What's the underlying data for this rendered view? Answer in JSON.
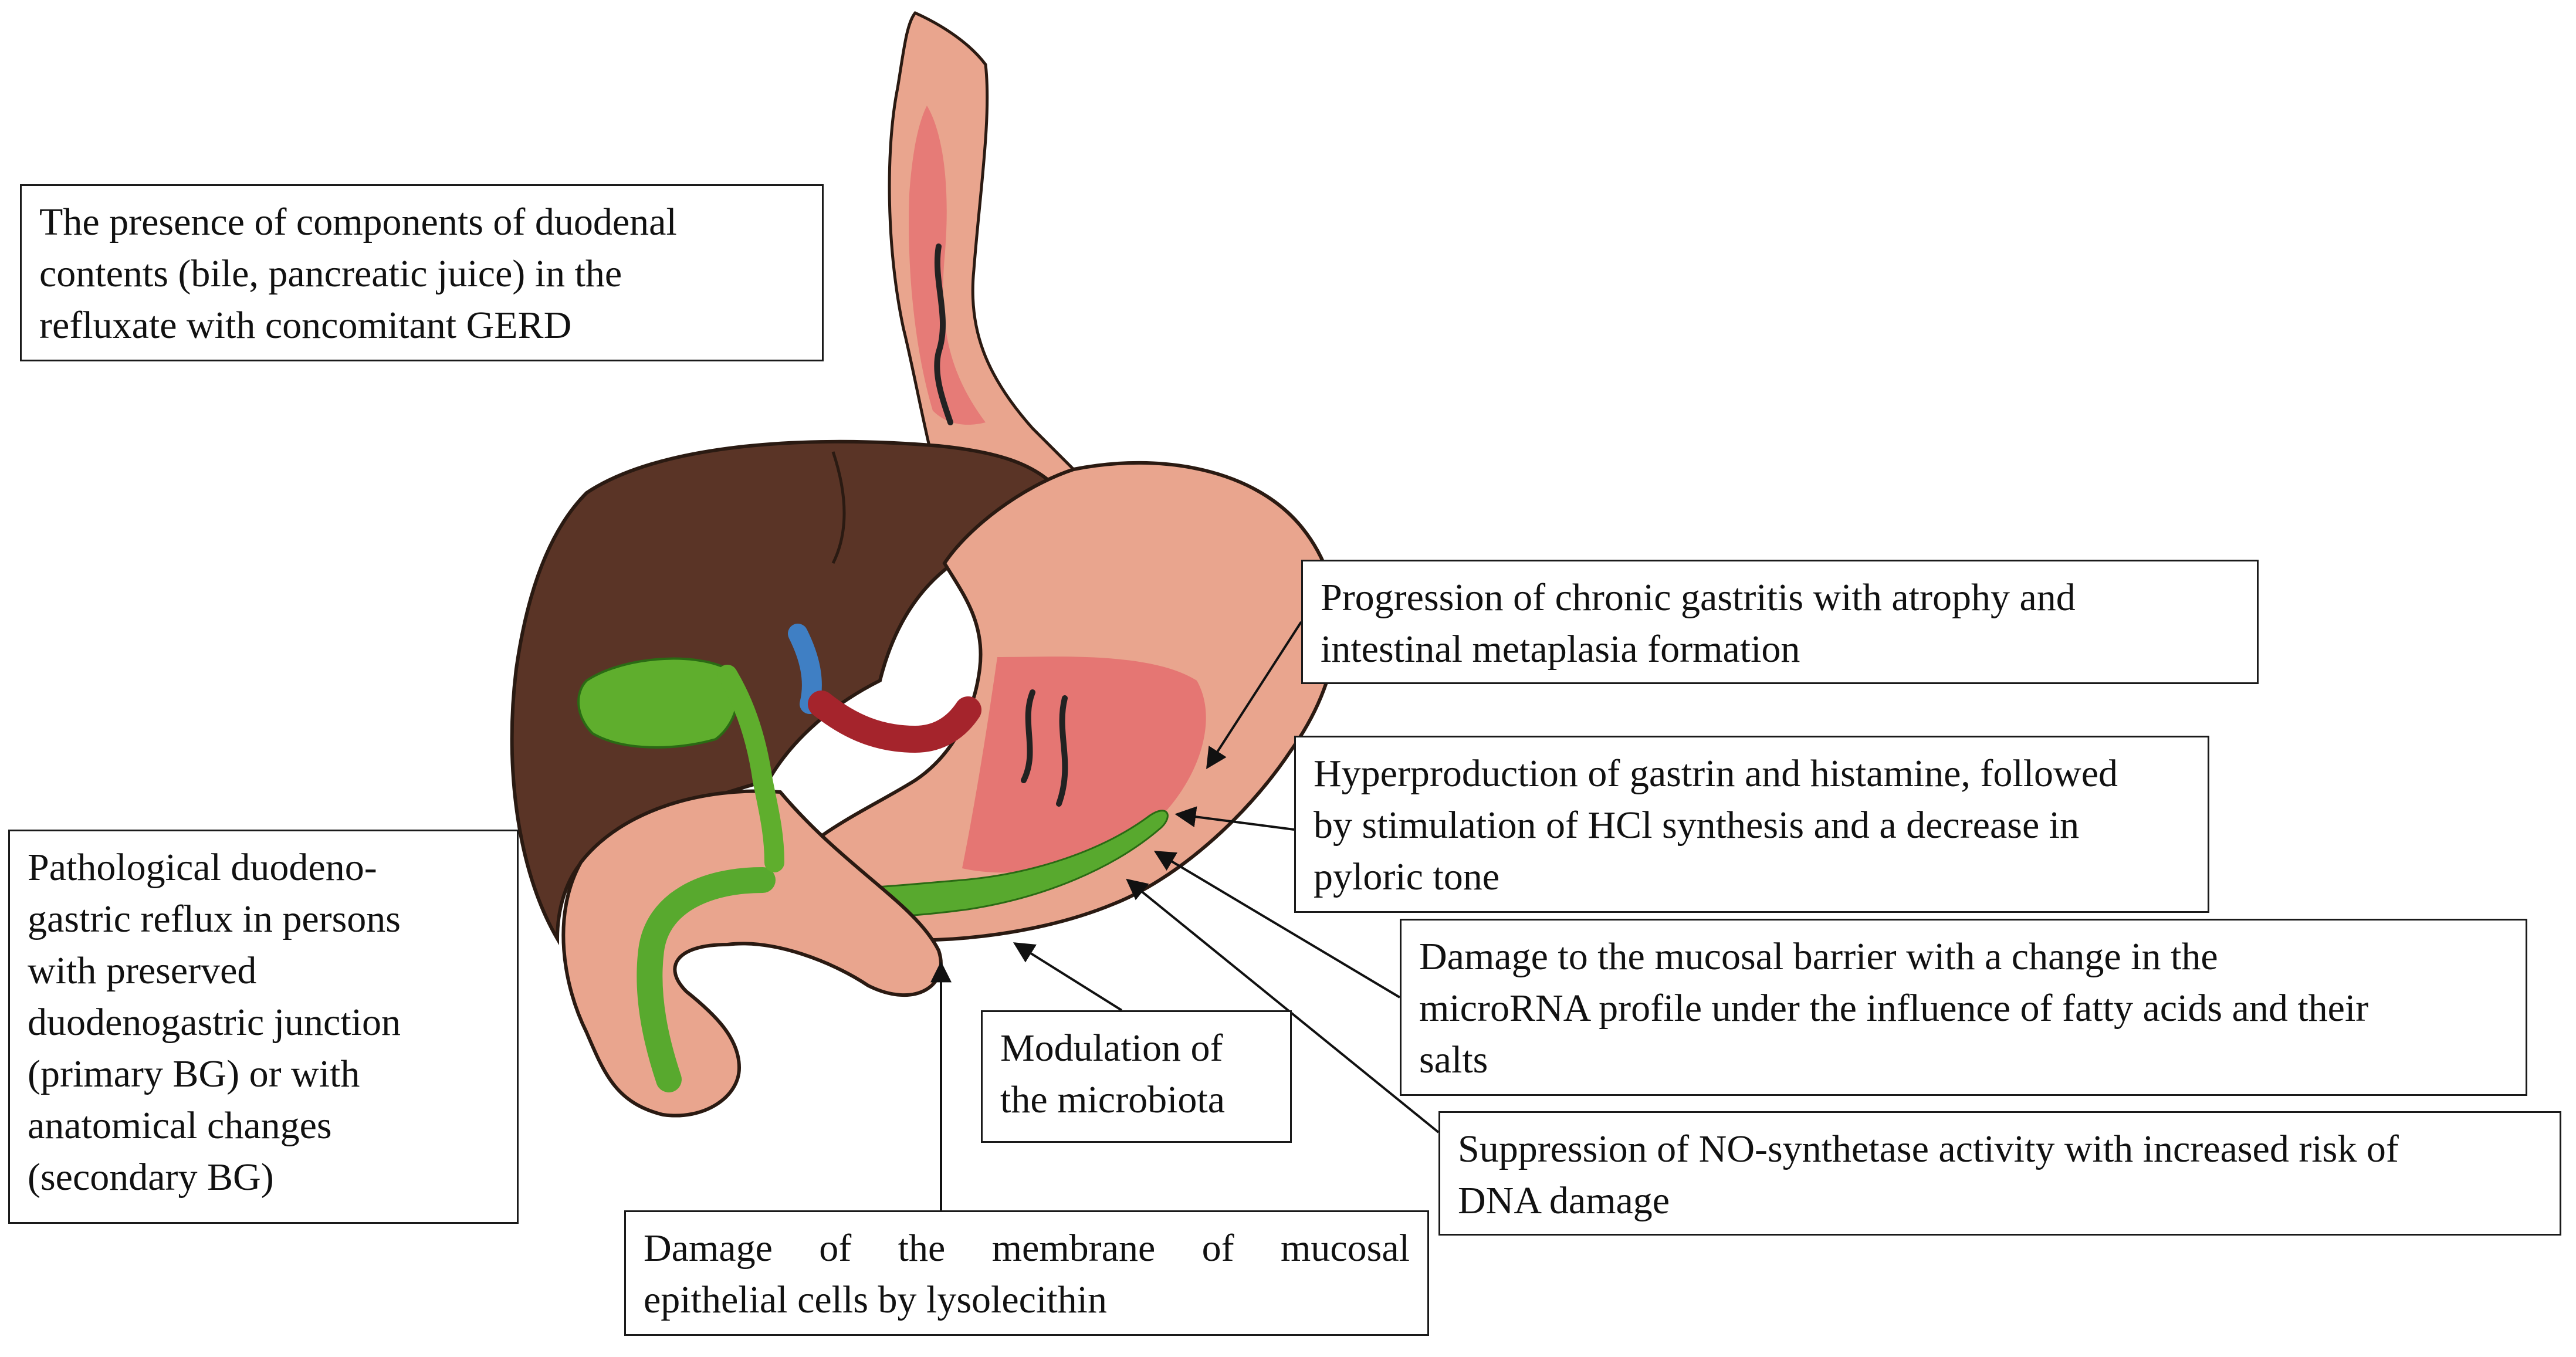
{
  "diagram": {
    "illustration": {
      "subject": "liver, gallbladder, esophagus, stomach and duodenum anatomical drawing",
      "colors": {
        "liver": "#5a3426",
        "stomach": "#e9a58e",
        "mucosa": "#e46d6f",
        "bile": "#58a92e",
        "gallbladder_bile": "#5fae2d",
        "cystic_duct_blue": "#3f7fc4",
        "portal_vessel": "#a5242c",
        "outline": "#2a1a12"
      }
    },
    "boxes": {
      "top": {
        "lines": [
          "The presence of components of duodenal",
          "contents (bile, pancreatic juice) in the",
          "refluxate with concomitant GERD"
        ]
      },
      "left": {
        "lines": [
          "Pathological duodeno-",
          "gastric reflux in persons",
          "with preserved",
          "duodenogastric junction",
          "(primary BG) or with",
          "anatomical changes",
          "(secondary BG)"
        ]
      },
      "bottom": {
        "lines": [
          "Damage of the membrane of mucosal",
          "epithelial cells  by lysolecithin"
        ]
      },
      "microbiota": {
        "lines": [
          "Modulation of",
          "the microbiota"
        ]
      },
      "progression": {
        "lines": [
          "Progression of chronic gastritis with atrophy and",
          "intestinal metaplasia formation"
        ]
      },
      "hyperproduction": {
        "lines": [
          "Hyperproduction of gastrin and histamine, followed",
          "by stimulation of HCl synthesis and a decrease in",
          "pyloric tone"
        ]
      },
      "damage_barrier": {
        "lines": [
          "Damage to the mucosal barrier with a change in the",
          "microRNA profile under the influence of fatty acids and their",
          "salts"
        ]
      },
      "suppression": {
        "lines": [
          "Suppression of NO-synthetase activity with increased risk of",
          "DNA damage"
        ]
      }
    }
  }
}
